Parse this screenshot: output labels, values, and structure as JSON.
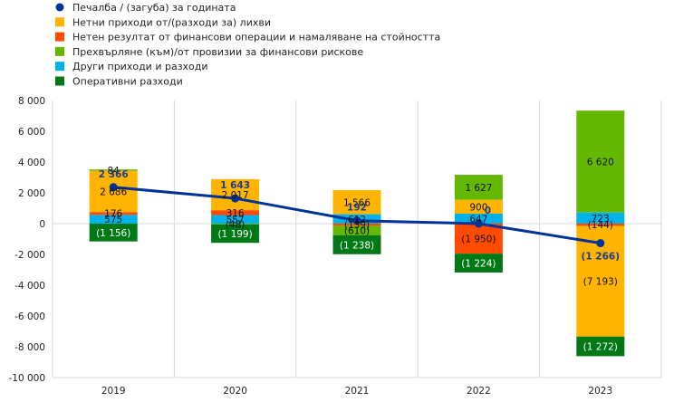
{
  "chart_data": {
    "type": "bar",
    "stacked": true,
    "categories": [
      "2019",
      "2020",
      "2021",
      "2022",
      "2023"
    ],
    "ylim": [
      -10000,
      8000
    ],
    "yticks": [
      -10000,
      -8000,
      -6000,
      -4000,
      -2000,
      0,
      2000,
      4000,
      6000,
      8000
    ],
    "ytick_labels": [
      "-10 000",
      "-8 000",
      "-6 000",
      "-4 000",
      "-2 000",
      "0",
      "2 000",
      "4 000",
      "6 000",
      "8 000"
    ],
    "grid": "vertical-separators",
    "legend_position": "top-left",
    "series": [
      {
        "name": "Нетни приходи от/(разходи за) лихви",
        "color": "#ffb400",
        "values": [
          2686,
          2017,
          1566,
          900,
          -7193
        ],
        "labels": [
          "2 686",
          "2 017",
          "1 566",
          "900",
          "(7 193)"
        ]
      },
      {
        "name": "Нетен резултат от финансови операции и намаляване на стойността",
        "color": "#ff4b00",
        "values": [
          176,
          316,
          -139,
          -1950,
          -144
        ],
        "labels": [
          "176",
          "316",
          "(139)",
          "(1 950)",
          "(144)"
        ]
      },
      {
        "name": "Прехвърляне (към)/от провизии за финансови рискове",
        "color": "#65b800",
        "values": [
          84,
          -48,
          -610,
          1627,
          6620
        ],
        "labels": [
          "84",
          "(48)",
          "(610)",
          "1 627",
          "6 620"
        ]
      },
      {
        "name": "Други приходи и разходи",
        "color": "#00b1ea",
        "values": [
          575,
          557,
          612,
          647,
          723
        ],
        "labels": [
          "575",
          "557",
          "612",
          "647",
          "723"
        ]
      },
      {
        "name": "Оперативни разходи",
        "color": "#007816",
        "values": [
          -1156,
          -1199,
          -1238,
          -1224,
          -1272
        ],
        "labels": [
          "(1 156)",
          "(1 199)",
          "(1 238)",
          "(1 224)",
          "(1 272)"
        ]
      }
    ],
    "line": {
      "name": "Печалба / (загуба)  за годината",
      "color": "#003299",
      "values": [
        2366,
        1643,
        192,
        0,
        -1266
      ],
      "labels": [
        "2 366",
        "1 643",
        "192",
        "0",
        "(1 266)"
      ]
    }
  }
}
